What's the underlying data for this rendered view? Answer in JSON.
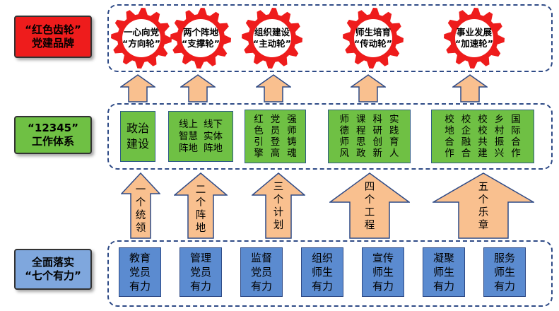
{
  "colors": {
    "brand_red": "#ee1c1c",
    "system_green": "#6fc044",
    "action_blue": "#5b8bd0",
    "arrow_peach": "#f9c08f"
  },
  "brand": {
    "label_lines": [
      "“红色齿轮”",
      "党建品牌"
    ],
    "gears": [
      {
        "lines": [
          "一心向党",
          "“方向轮”"
        ]
      },
      {
        "lines": [
          "两个阵地",
          "“支撑轮”"
        ]
      },
      {
        "lines": [
          "组织建设",
          "“主动轮”"
        ]
      },
      {
        "lines": [
          "师生培育",
          "“传动轮”"
        ]
      },
      {
        "lines": [
          "事业发展",
          "“加速轮”"
        ]
      }
    ]
  },
  "system": {
    "label_lines": [
      "“12345”",
      "工作体系"
    ],
    "groups": [
      {
        "cols": [
          [
            "政治",
            "建设"
          ]
        ],
        "horizontal": true
      },
      {
        "cols": [
          [
            "线上",
            "智慧",
            "阵地"
          ],
          [
            "线下",
            "实体",
            "阵地"
          ]
        ],
        "horizontal": true
      },
      {
        "cols": [
          [
            "红",
            "色",
            "引",
            "擎"
          ],
          [
            "党",
            "员",
            "登",
            "高"
          ],
          [
            "强",
            "师",
            "铸",
            "魂"
          ]
        ]
      },
      {
        "cols": [
          [
            "师",
            "德",
            "师",
            "风"
          ],
          [
            "课",
            "程",
            "思",
            "政"
          ],
          [
            "科",
            "研",
            "创",
            "新"
          ],
          [
            "实",
            "践",
            "育",
            "人"
          ]
        ]
      },
      {
        "cols": [
          [
            "校",
            "地",
            "合",
            "作"
          ],
          [
            "校",
            "企",
            "融",
            "合"
          ],
          [
            "校",
            "校",
            "共",
            "建"
          ],
          [
            "乡",
            "村",
            "振",
            "兴"
          ],
          [
            "国",
            "际",
            "合",
            "作"
          ]
        ]
      }
    ]
  },
  "arrows": [
    {
      "chars": [
        "一",
        "个",
        "统",
        "领"
      ]
    },
    {
      "chars": [
        "二",
        "个",
        "阵",
        "地"
      ]
    },
    {
      "chars": [
        "三",
        "个",
        "计",
        "划"
      ]
    },
    {
      "chars": [
        "四",
        "个",
        "工",
        "程"
      ]
    },
    {
      "chars": [
        "五",
        "个",
        "乐",
        "章"
      ]
    }
  ],
  "foundation": {
    "label_lines": [
      "全面落实",
      "“七个有力”"
    ],
    "items": [
      {
        "lines": [
          "教育",
          "党员",
          "有力"
        ]
      },
      {
        "lines": [
          "管理",
          "党员",
          "有力"
        ]
      },
      {
        "lines": [
          "监督",
          "党员",
          "有力"
        ]
      },
      {
        "lines": [
          "组织",
          "师生",
          "有力"
        ]
      },
      {
        "lines": [
          "宣传",
          "师生",
          "有力"
        ]
      },
      {
        "lines": [
          "凝聚",
          "师生",
          "有力"
        ]
      },
      {
        "lines": [
          "服务",
          "师生",
          "有力"
        ]
      }
    ]
  }
}
